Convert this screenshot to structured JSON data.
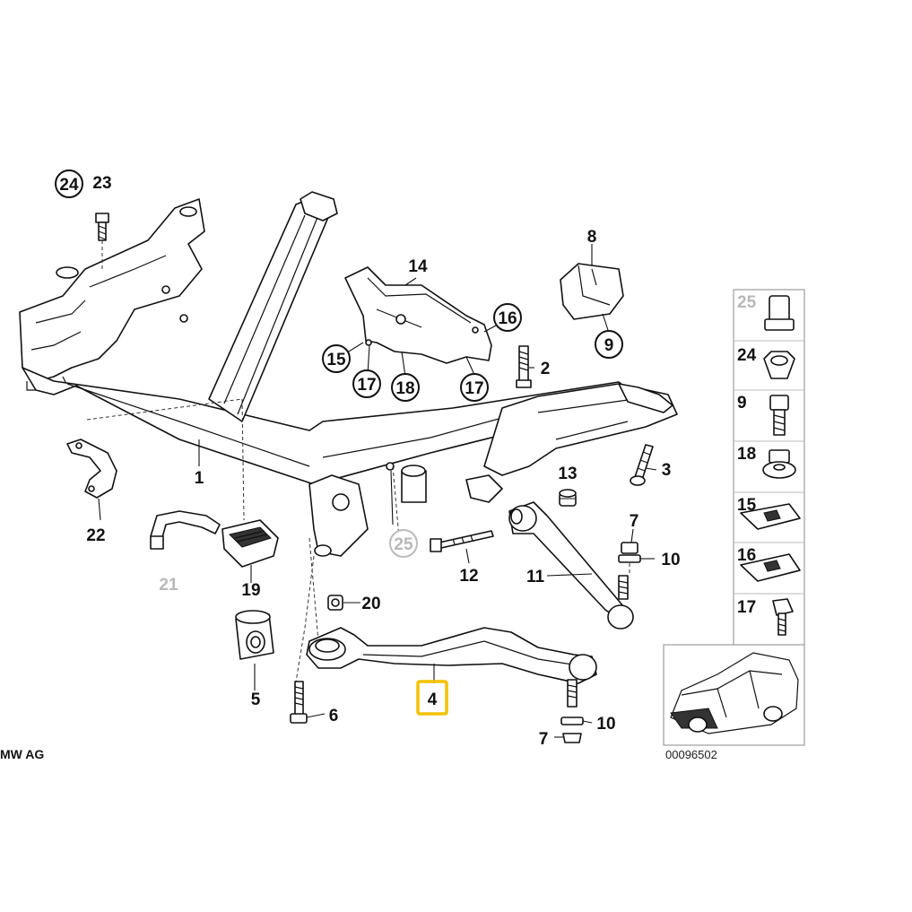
{
  "diagram": {
    "labels": {
      "l1": "1",
      "l2": "2",
      "l3": "3",
      "l4": "4",
      "l5": "5",
      "l6": "6",
      "l7a": "7",
      "l7b": "7",
      "l8": "8",
      "l9": "9",
      "l10a": "10",
      "l10b": "10",
      "l11": "11",
      "l12": "12",
      "l13": "13",
      "l14": "14",
      "l15": "15",
      "l16": "16",
      "l17a": "17",
      "l17b": "17",
      "l18": "18",
      "l19": "19",
      "l20": "20",
      "l21": "21",
      "l22": "22",
      "l23": "23",
      "l24": "24",
      "l25": "25"
    },
    "highlighted_label": "4",
    "highlight_color": "#f2c200",
    "copyright": "MW AG",
    "diagram_number": "00096502"
  },
  "sidebar": {
    "items": [
      {
        "label": "25",
        "icon": "sleeve-nut-icon",
        "grey": true
      },
      {
        "label": "24",
        "icon": "hex-nut-icon",
        "grey": false
      },
      {
        "label": "9",
        "icon": "hex-bolt-icon",
        "grey": false
      },
      {
        "label": "18",
        "icon": "collar-nut-icon",
        "grey": false
      },
      {
        "label": "15",
        "icon": "clip-nut-icon",
        "grey": false
      },
      {
        "label": "16",
        "icon": "clip-nut-icon",
        "grey": false
      },
      {
        "label": "17",
        "icon": "screw-icon",
        "grey": false
      }
    ]
  }
}
